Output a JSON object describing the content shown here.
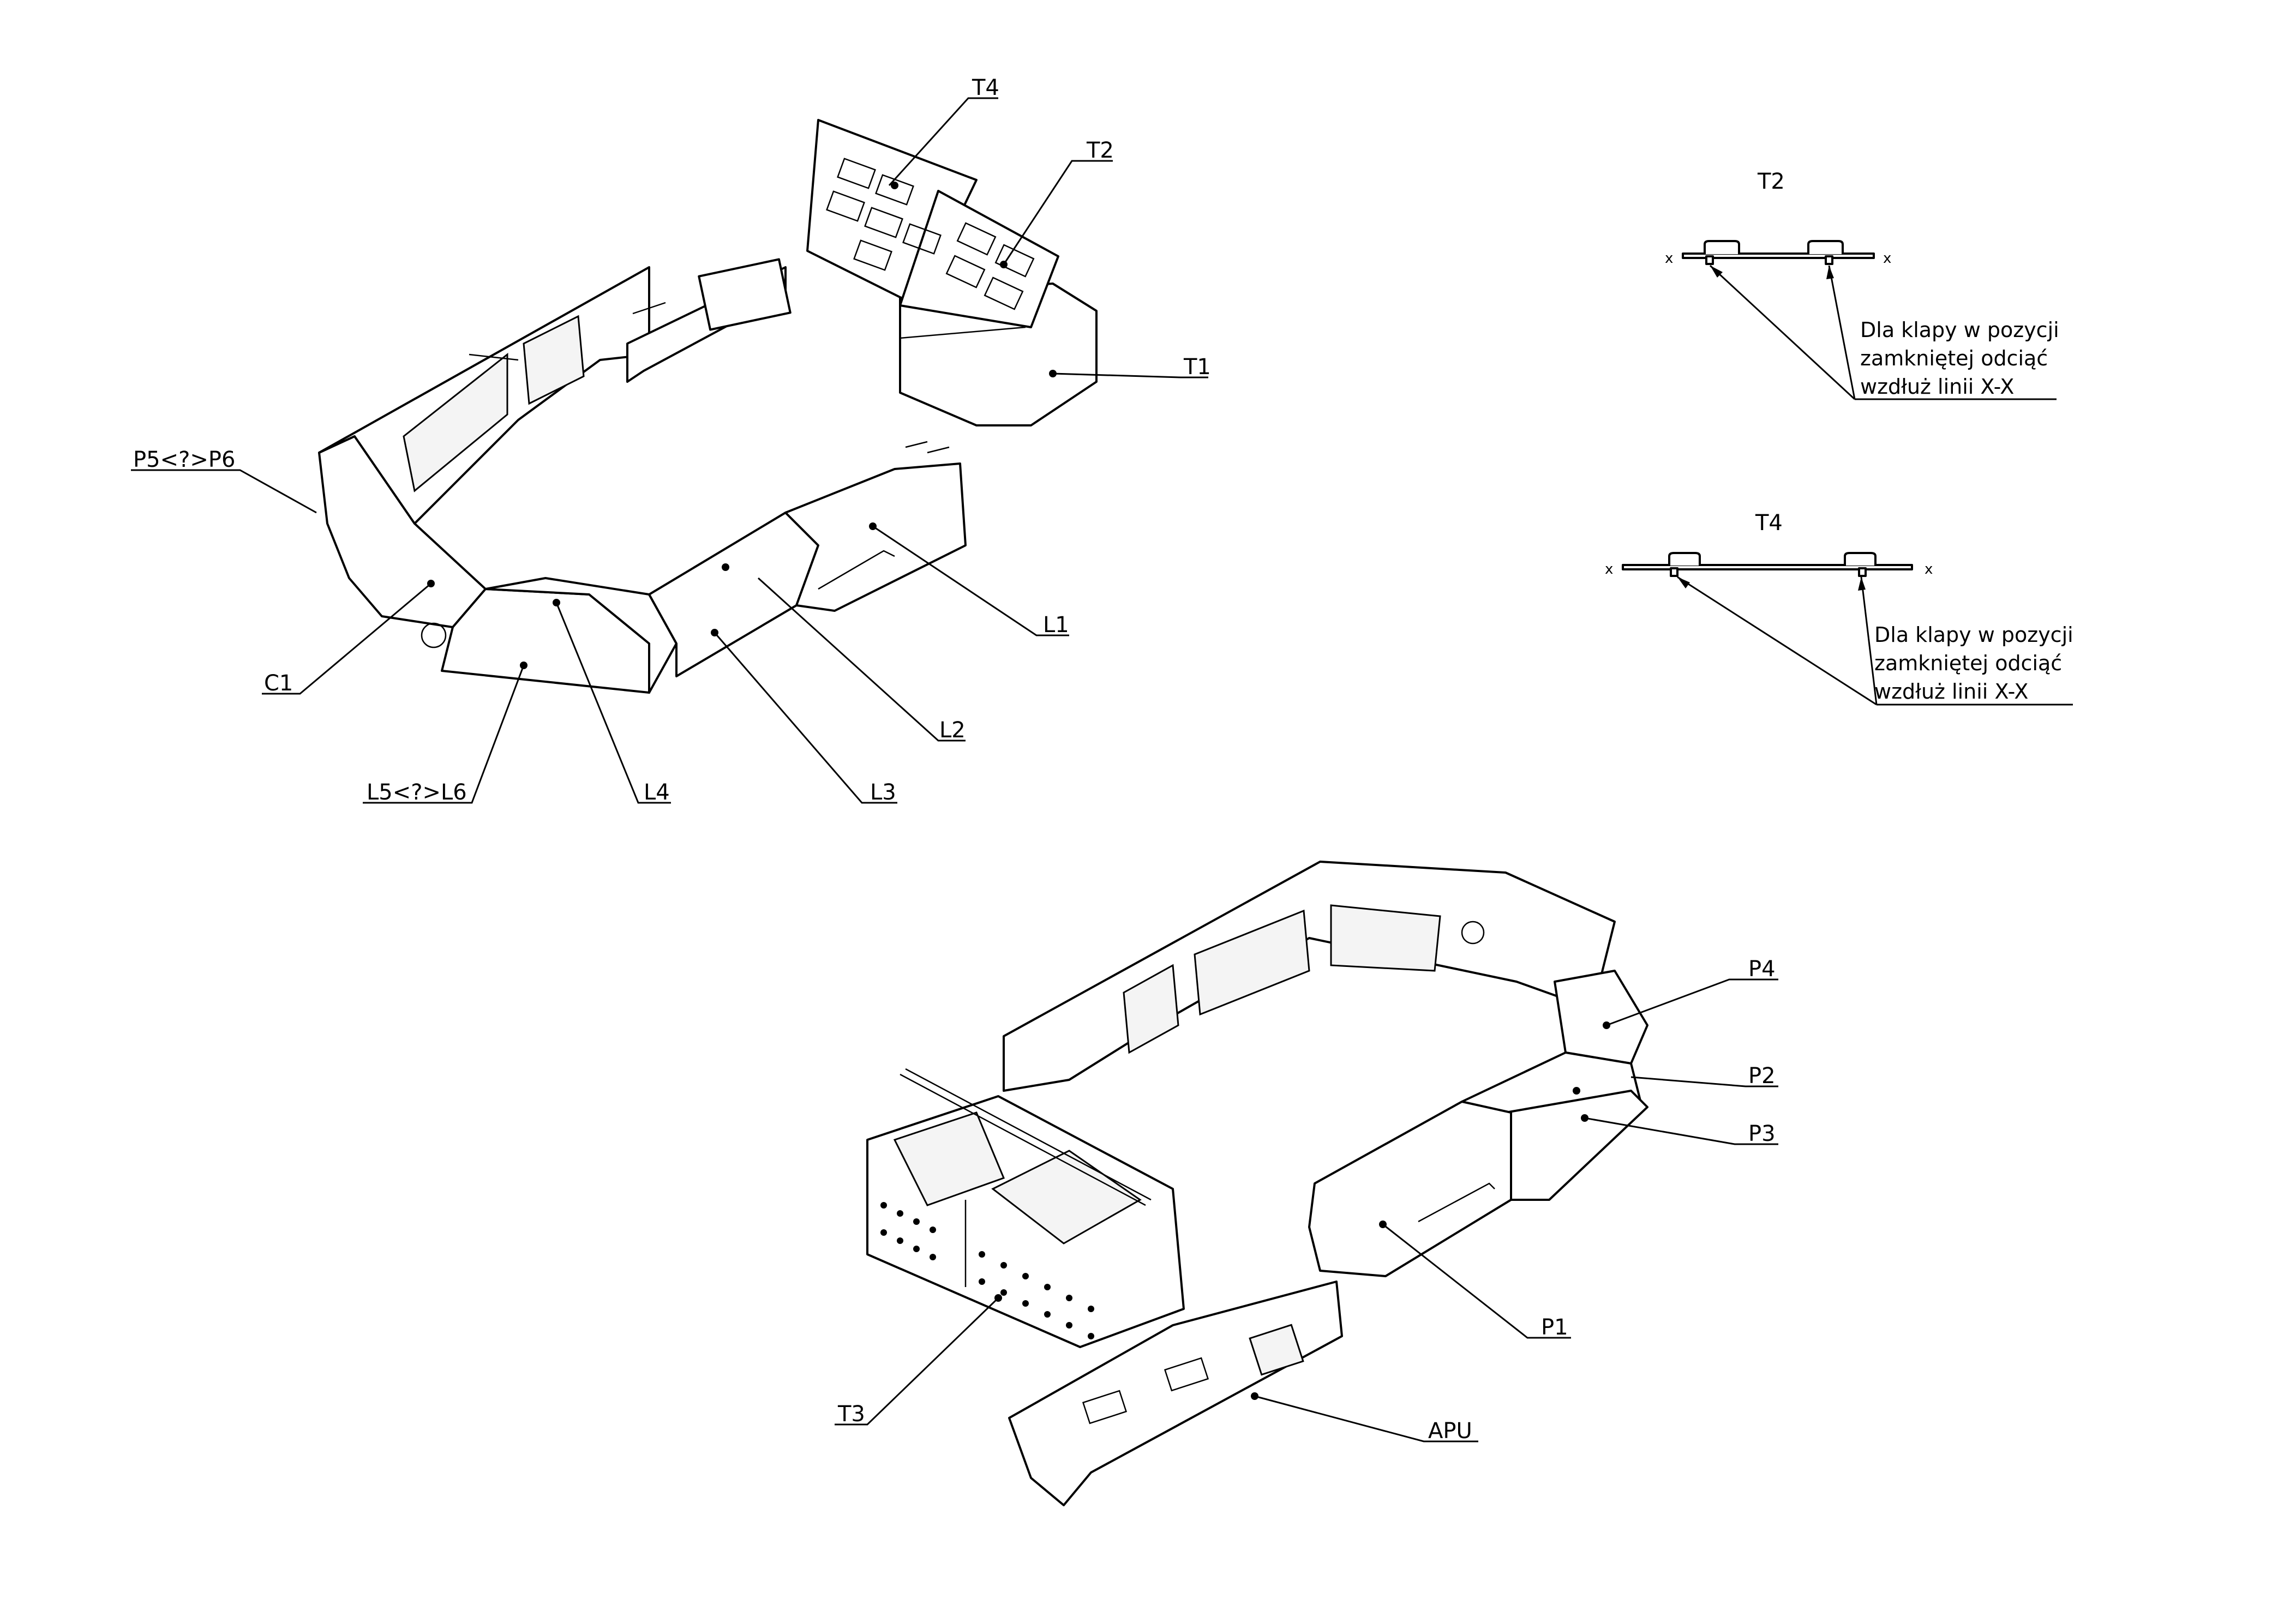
{
  "callouts": {
    "T4": "T4",
    "T2": "T2",
    "T1": "T1",
    "P5P6": "P5<?>P6",
    "L1": "L1",
    "C1": "C1",
    "L2": "L2",
    "L5L6": "L5<?>L6",
    "L4": "L4",
    "L3": "L3",
    "P4": "P4",
    "P2": "P2",
    "P3": "P3",
    "P1": "P1",
    "T3": "T3",
    "APU": "APU"
  },
  "detail_t2": {
    "title": "T2",
    "axis_left": "x",
    "axis_right": "x",
    "note_lines": [
      "Dla klapy w pozycji",
      "zamkniętej odciąć",
      "wzdłuż linii X-X"
    ]
  },
  "detail_t4": {
    "title": "T4",
    "axis_left": "x",
    "axis_right": "x",
    "note_lines": [
      "Dla klapy w pozycji",
      "zamkniętej odciąć",
      "wzdłuż linii X-X"
    ]
  }
}
